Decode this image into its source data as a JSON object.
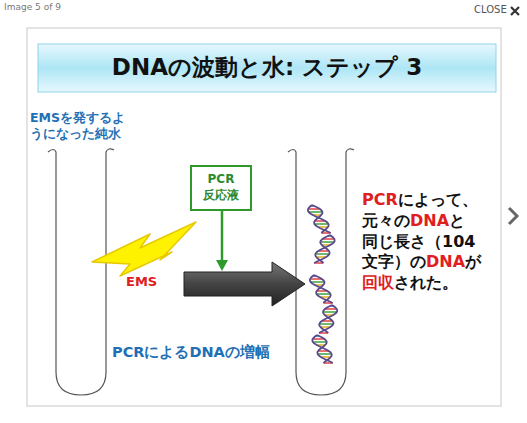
{
  "diagram": {
    "title": "DNAの波動と水: ステップ 3",
    "nodes": [
      {
        "text": [
          "PCR 反応液"
        ]
      }
    ],
    "labels": [
      "Image 5 of 9",
      "CLOSE",
      "EMSを発するようになった純水",
      "EMS",
      "PCRによって、元々のDNAと同じ長さ（104文字）のDNAが回収された。",
      "PCRによるDNAの増幅"
    ]
  }
}
